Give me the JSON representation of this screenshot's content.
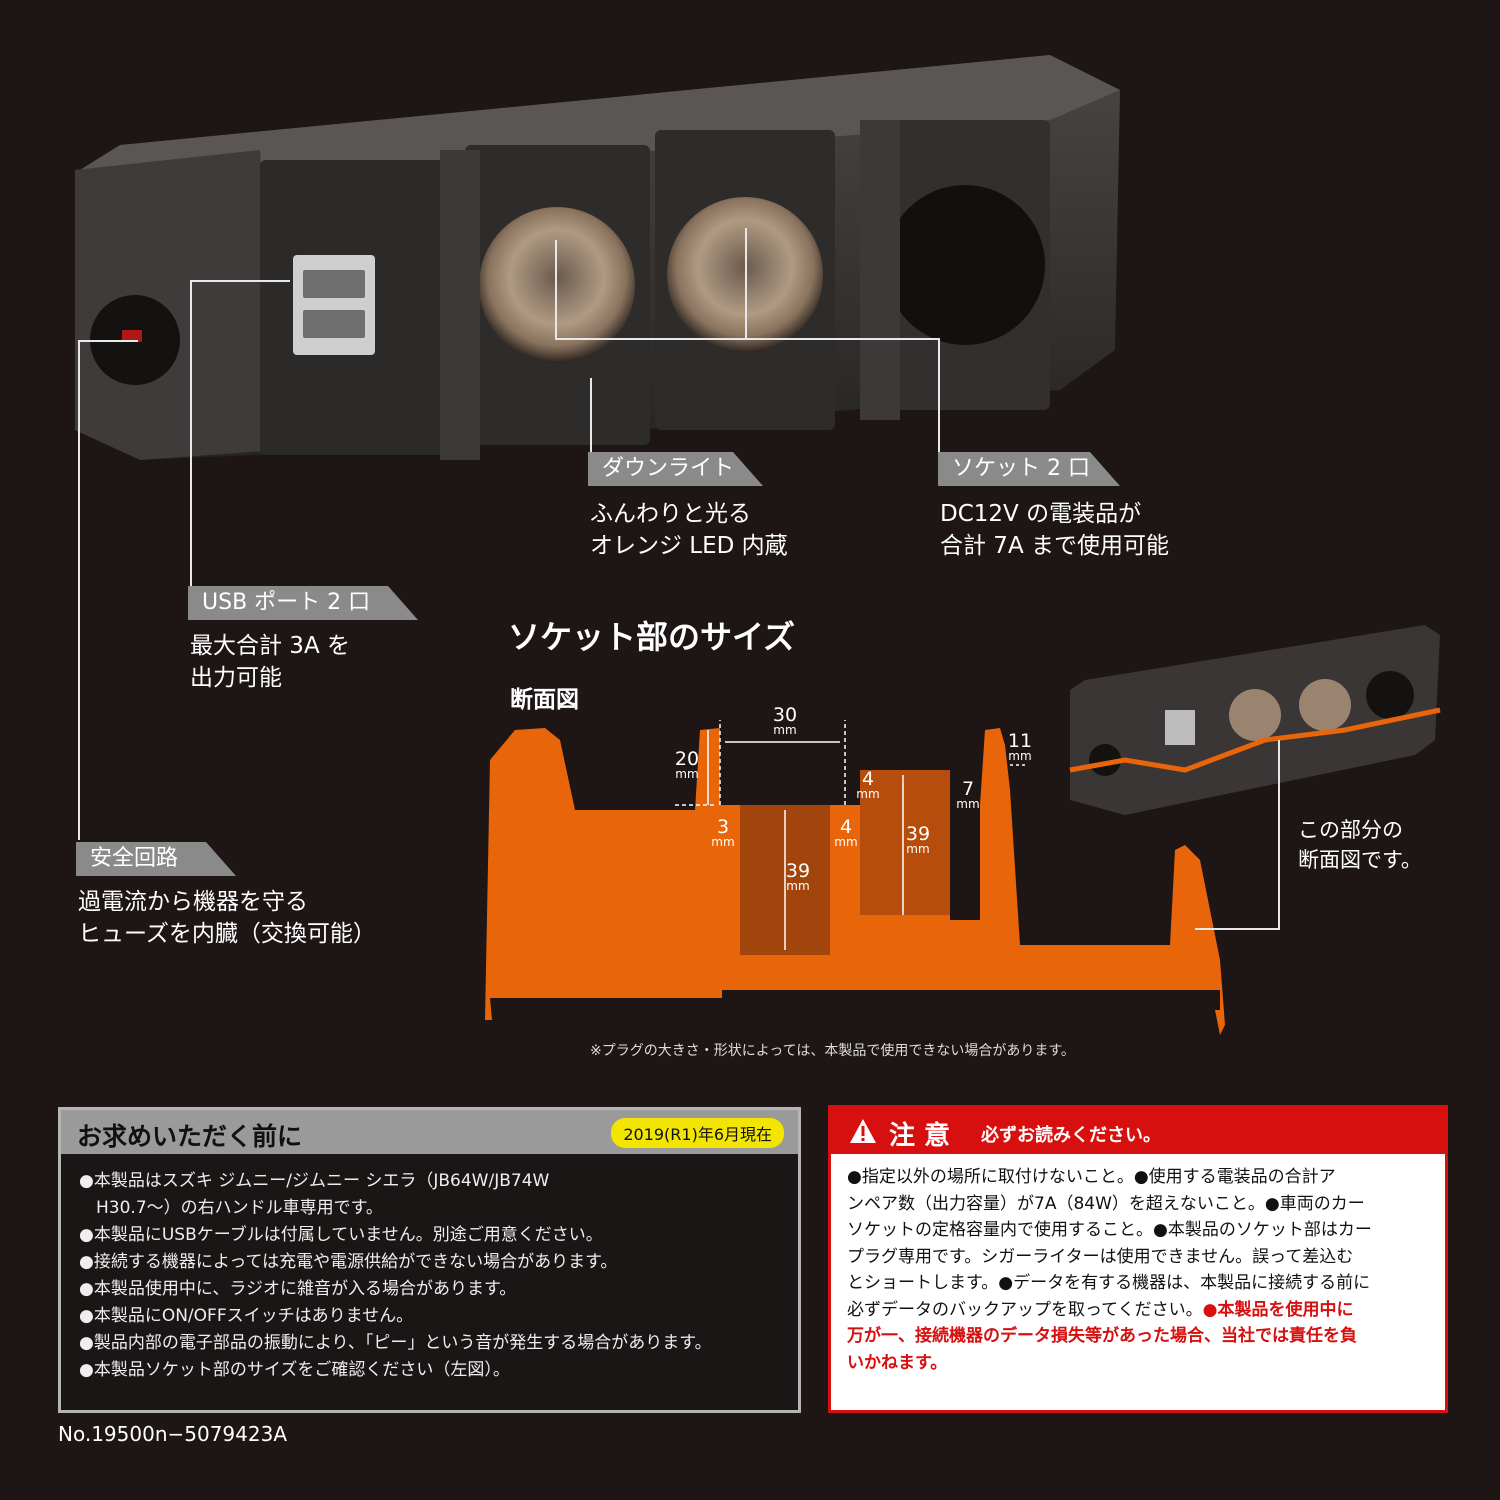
{
  "callouts": {
    "downlight": {
      "title": "ダウンライト",
      "lines": [
        "ふんわりと光る",
        "オレンジ LED 内蔵"
      ]
    },
    "socket": {
      "title": "ソケット 2 口",
      "lines": [
        "DC12V の電装品が",
        "合計 7A まで使用可能"
      ]
    },
    "usb": {
      "title": "USB ポート 2 口",
      "lines": [
        "最大合計 3A を",
        "出力可能"
      ]
    },
    "safety": {
      "title": "安全回路",
      "lines": [
        "過電流から機器を守る",
        "ヒューズを内臓（交換可能）"
      ]
    }
  },
  "section": {
    "heading": "ソケット部のサイズ",
    "subheading": "断面図",
    "dims": {
      "w30": "30",
      "h20": "20",
      "h11": "11",
      "g4a": "4",
      "g7": "7",
      "g3": "3",
      "g4b": "4",
      "d39a": "39",
      "d39b": "39",
      "unit": "mm"
    },
    "thumb_caption": [
      "この部分の",
      "断面図です。"
    ],
    "footnote": "※プラグの大きさ・形状によっては、本製品で使用できない場合があります。"
  },
  "before_purchase": {
    "title": "お求めいただく前に",
    "badge": "2019(R1)年6月現在",
    "items": [
      "●本製品はスズキ ジムニー/ジムニー シエラ（JB64W/JB74W",
      "　H30.7〜）の右ハンドル車専用です。",
      "●本製品にUSBケーブルは付属していません。別途ご用意ください。",
      "●接続する機器によっては充電や電源供給ができない場合があります。",
      "●本製品使用中に、ラジオに雑音が入る場合があります。",
      "●本製品にON/OFFスイッチはありません。",
      "●製品内部の電子部品の振動により、「ピー」という音が発生する場合があります。",
      "●本製品ソケット部のサイズをご確認ください（左図）。"
    ]
  },
  "caution": {
    "icon": "warning-icon",
    "title": "注 意",
    "subtitle": "必ずお読みください。",
    "lines": [
      "●指定以外の場所に取付けないこと。●使用する電装品の合計ア",
      "ンペア数（出力容量）が7A（84W）を超えないこと。●車両のカー",
      "ソケットの定格容量内で使用すること。●本製品のソケット部はカー",
      "プラグ専用です。シガーライターは使用できません。誤って差込む",
      "とショートします。●データを有する機器は、本製品に接続する前に",
      "必ずデータのバックアップを取ってください。"
    ],
    "red_lines": [
      "●本製品を使用中に",
      "万が一、接続機器のデータ損失等があった場合、当社では責任を負",
      "いかねます。"
    ]
  },
  "product_number": "No.19500n−5079423A",
  "colors": {
    "background": "#1e1515",
    "orange": "#e8650a",
    "red": "#d7100f",
    "badge": "#f2e500"
  }
}
